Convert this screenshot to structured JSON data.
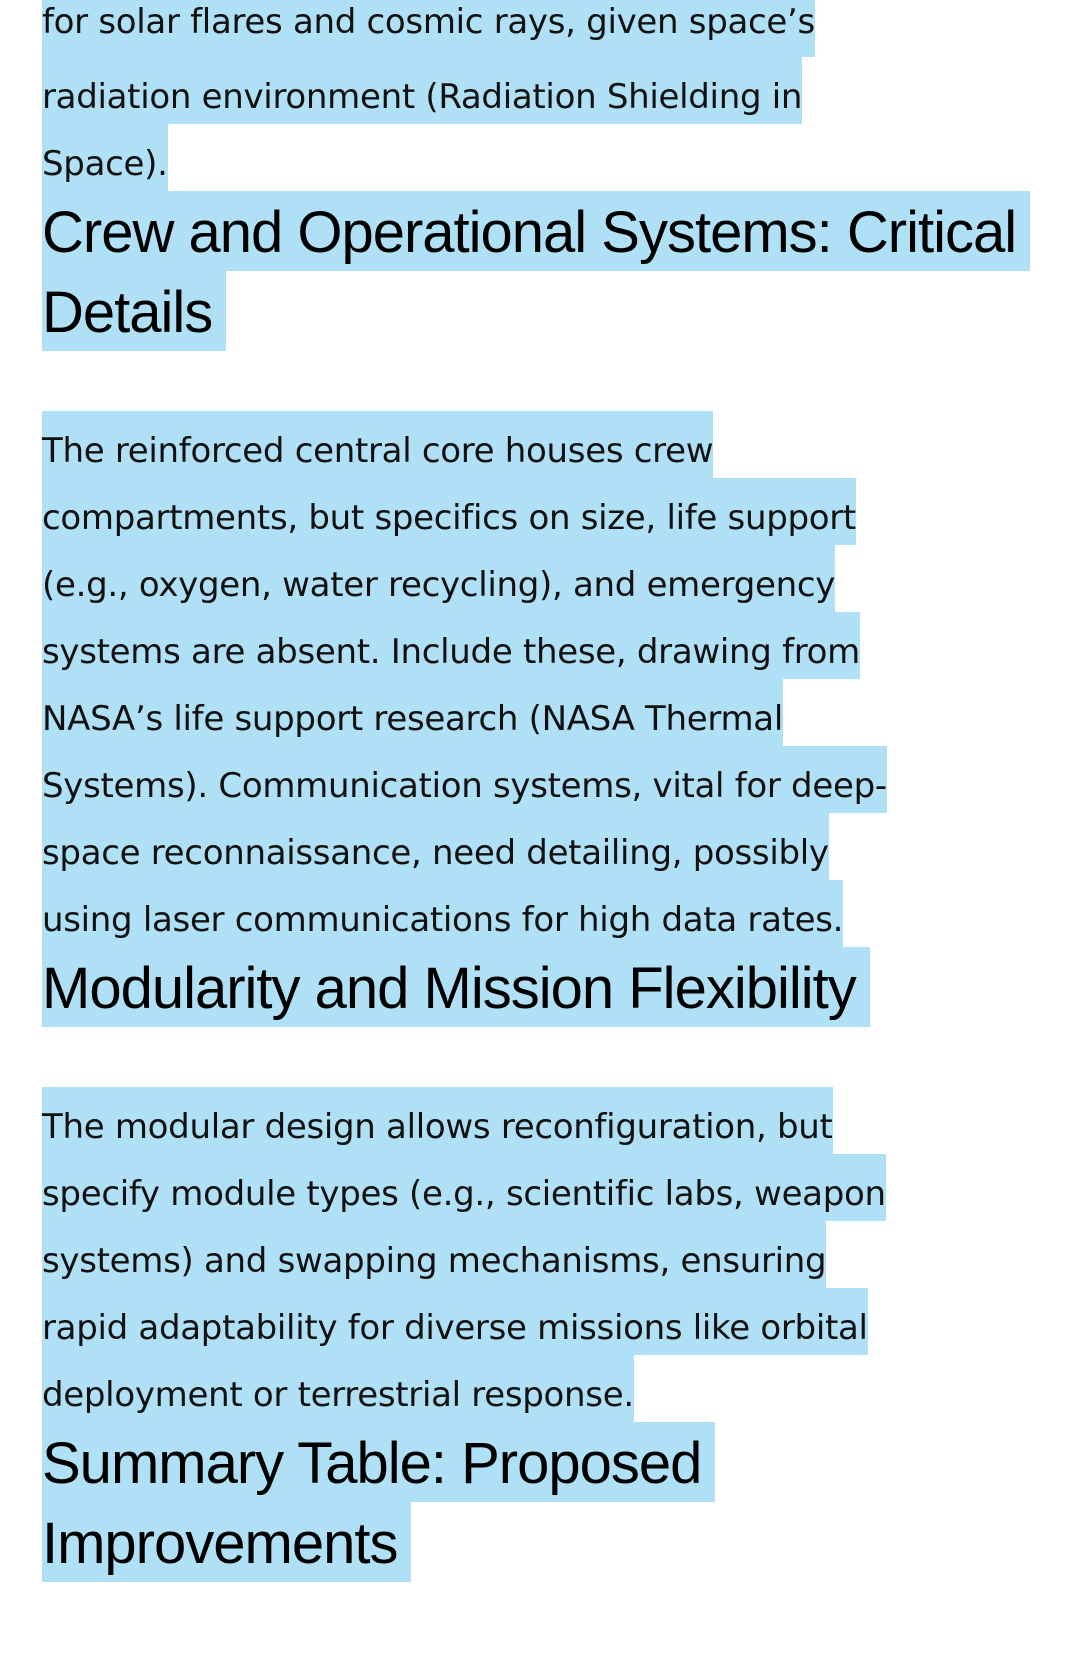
{
  "blocks": [
    {
      "type": "p",
      "lines": [
        "for solar flares and cosmic rays, given space’s",
        "radiation environment (Radiation Shielding in",
        "Space)."
      ]
    },
    {
      "type": "h",
      "lines": [
        "Crew and Operational Systems: Critical",
        "Details"
      ]
    },
    {
      "type": "p",
      "lines": [
        "The reinforced central core houses crew",
        "compartments, but specifics on size, life support",
        "(e.g., oxygen, water recycling), and emergency",
        "systems are absent. Include these, drawing from",
        "NASA’s life support research (NASA Thermal",
        "Systems). Communication systems, vital for deep-",
        "space reconnaissance, need detailing, possibly",
        "using laser communications for high data rates."
      ]
    },
    {
      "type": "h",
      "lines": [
        "Modularity and Mission Flexibility"
      ]
    },
    {
      "type": "p",
      "lines": [
        "The modular design allows reconfiguration, but",
        "specify module types (e.g., scientific labs, weapon",
        "systems) and swapping mechanisms, ensuring",
        "rapid adaptability for diverse missions like orbital",
        "deployment or terrestrial response."
      ]
    },
    {
      "type": "h",
      "lines": [
        "Summary Table: Proposed",
        "Improvements"
      ]
    }
  ],
  "colors": {
    "selection": "#b0e0f5"
  }
}
